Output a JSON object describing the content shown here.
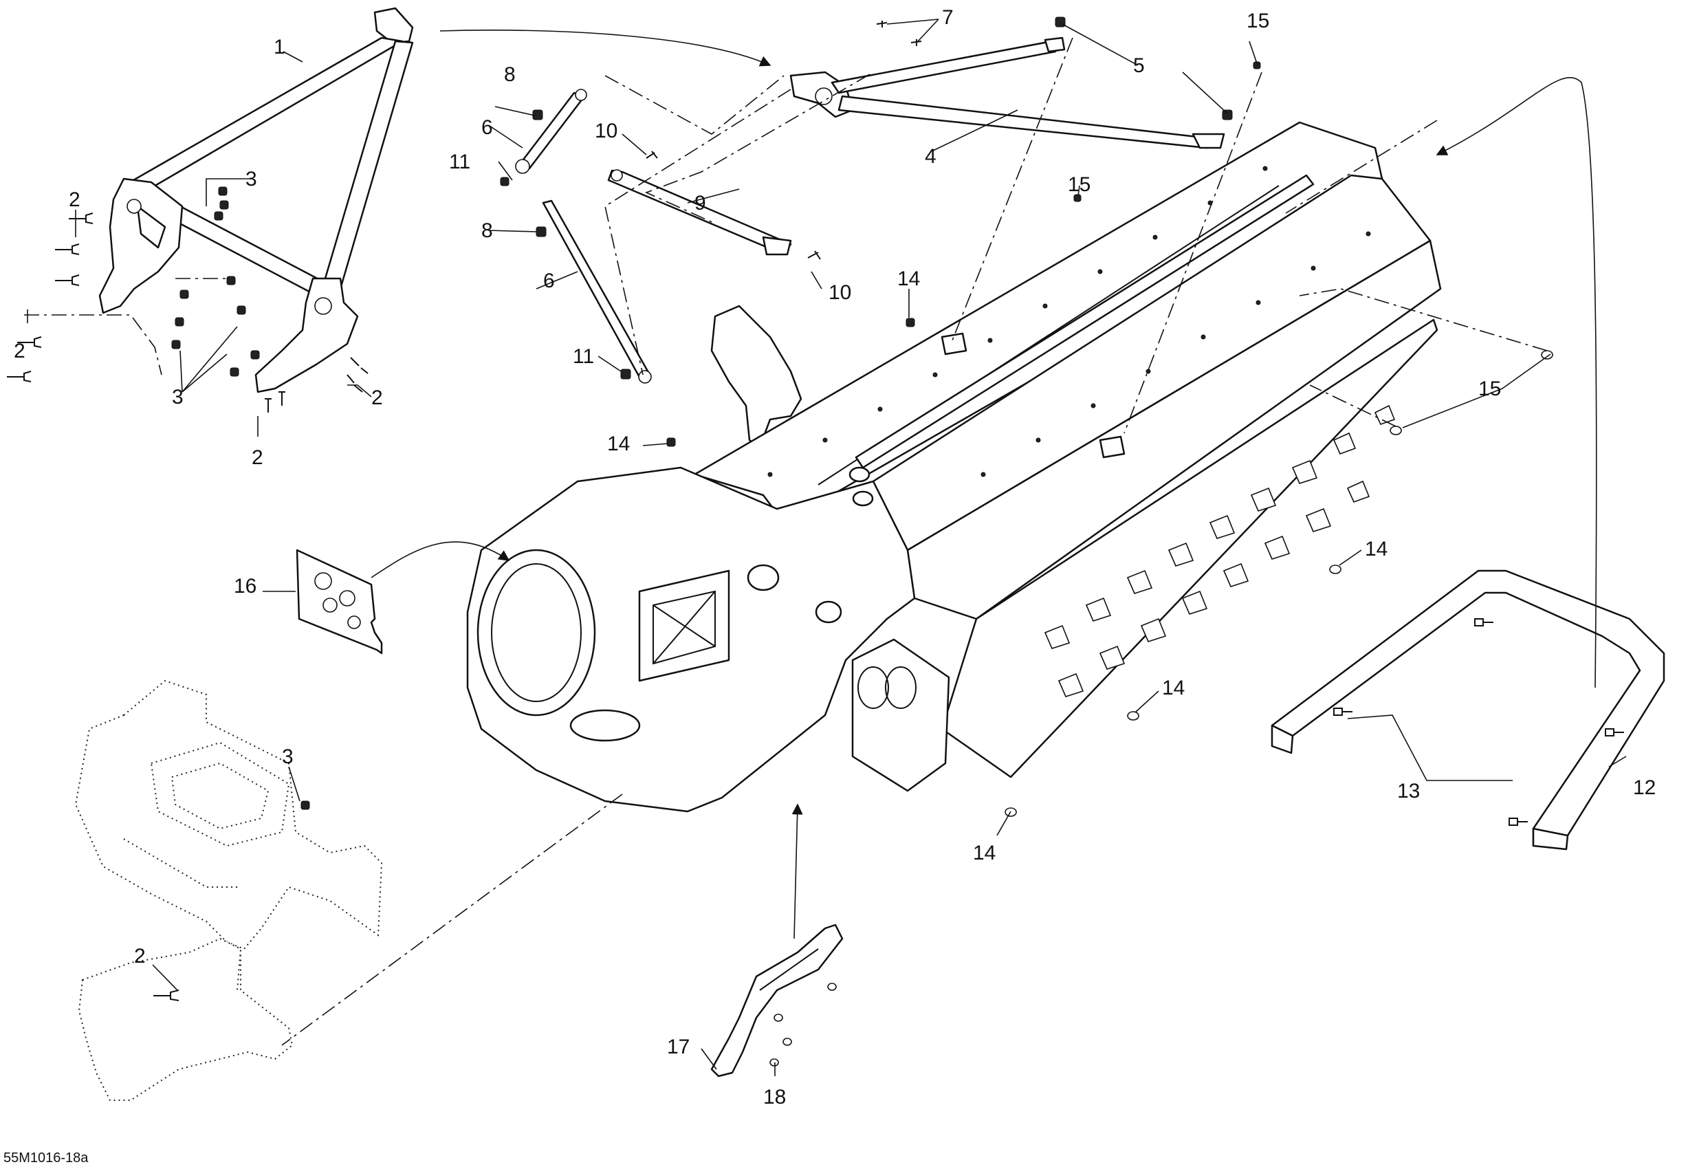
{
  "diagram": {
    "reference_code": "55M1016-18a",
    "callouts": [
      {
        "id": "c1",
        "label": "1"
      },
      {
        "id": "c2a",
        "label": "2"
      },
      {
        "id": "c2b",
        "label": "2"
      },
      {
        "id": "c2c",
        "label": "2"
      },
      {
        "id": "c2d",
        "label": "2"
      },
      {
        "id": "c2e",
        "label": "2"
      },
      {
        "id": "c3a",
        "label": "3"
      },
      {
        "id": "c3b",
        "label": "3"
      },
      {
        "id": "c3c",
        "label": "3"
      },
      {
        "id": "c4",
        "label": "4"
      },
      {
        "id": "c5",
        "label": "5"
      },
      {
        "id": "c6a",
        "label": "6"
      },
      {
        "id": "c6b",
        "label": "6"
      },
      {
        "id": "c7",
        "label": "7"
      },
      {
        "id": "c8a",
        "label": "8"
      },
      {
        "id": "c8b",
        "label": "8"
      },
      {
        "id": "c9",
        "label": "9"
      },
      {
        "id": "c10a",
        "label": "10"
      },
      {
        "id": "c10b",
        "label": "10"
      },
      {
        "id": "c11a",
        "label": "11"
      },
      {
        "id": "c11b",
        "label": "11"
      },
      {
        "id": "c12",
        "label": "12"
      },
      {
        "id": "c13",
        "label": "13"
      },
      {
        "id": "c14a",
        "label": "14"
      },
      {
        "id": "c14b",
        "label": "14"
      },
      {
        "id": "c14c",
        "label": "14"
      },
      {
        "id": "c14d",
        "label": "14"
      },
      {
        "id": "c14e",
        "label": "14"
      },
      {
        "id": "c15a",
        "label": "15"
      },
      {
        "id": "c15b",
        "label": "15"
      },
      {
        "id": "c15c",
        "label": "15"
      },
      {
        "id": "c16",
        "label": "16"
      },
      {
        "id": "c17",
        "label": "17"
      },
      {
        "id": "c18",
        "label": "18"
      }
    ]
  }
}
